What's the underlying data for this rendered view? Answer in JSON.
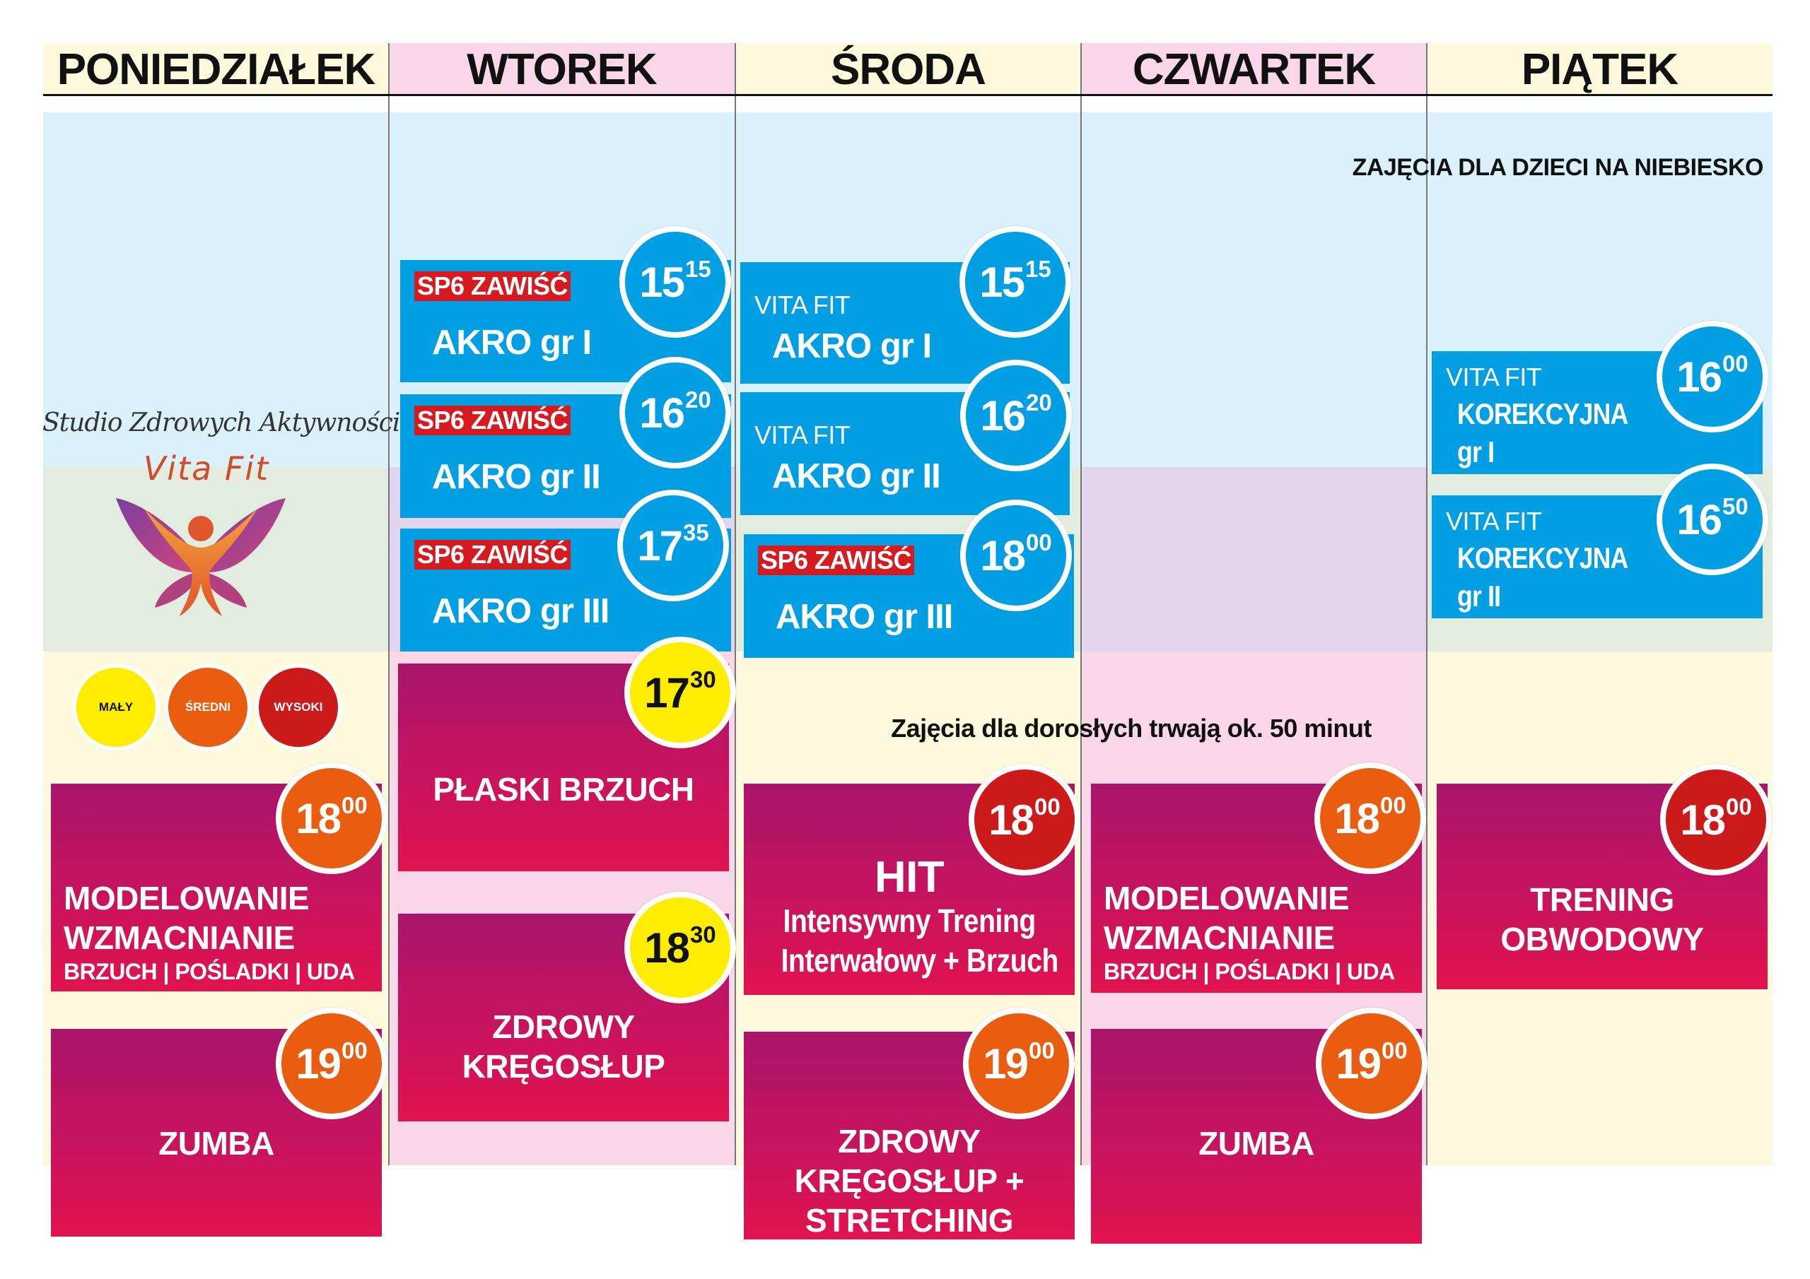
{
  "days": [
    "PONIEDZIAŁEK",
    "WTOREK",
    "ŚRODA",
    "CZWARTEK",
    "PIĄTEK"
  ],
  "kids_note": "ZAJĘCIA DLA DZIECI NA NIEBIESKO",
  "adults_note": "Zajęcia dla dorosłych trwają ok. 50 minut",
  "logo": {
    "tagline": "Studio Zdrowych Aktywności",
    "name": "Vita Fit"
  },
  "colors": {
    "kids": "#009fe3",
    "low": "#ffed00",
    "medium": "#e85d10",
    "high": "#cc1a1a"
  },
  "intensity_legend": [
    {
      "label": "MAŁY",
      "color": "#ffed00",
      "text_color": "#111"
    },
    {
      "label": "ŚREDNI",
      "color": "#e85d10",
      "text_color": "#fff"
    },
    {
      "label": "WYSOKI",
      "color": "#cc1a1a",
      "text_color": "#fff"
    }
  ],
  "classes": [
    {
      "day": "WTOREK",
      "kind": "kids",
      "venue": "SP6 ZAWIŚĆ",
      "title": [
        "AKRO gr I"
      ],
      "hour": "15",
      "min": "15",
      "color": "#009fe3"
    },
    {
      "day": "WTOREK",
      "kind": "kids",
      "venue": "SP6 ZAWIŚĆ",
      "title": [
        "AKRO gr II"
      ],
      "hour": "16",
      "min": "20",
      "color": "#009fe3"
    },
    {
      "day": "WTOREK",
      "kind": "kids",
      "venue": "SP6 ZAWIŚĆ",
      "title": [
        "AKRO gr III"
      ],
      "hour": "17",
      "min": "35",
      "color": "#009fe3"
    },
    {
      "day": "ŚRODA",
      "kind": "kids",
      "venue": "VITA FIT",
      "title": [
        "AKRO gr I"
      ],
      "hour": "15",
      "min": "15",
      "color": "#009fe3"
    },
    {
      "day": "ŚRODA",
      "kind": "kids",
      "venue": "VITA FIT",
      "title": [
        "AKRO gr II"
      ],
      "hour": "16",
      "min": "20",
      "color": "#009fe3"
    },
    {
      "day": "ŚRODA",
      "kind": "kids",
      "venue": "SP6 ZAWIŚĆ",
      "title": [
        "AKRO gr III"
      ],
      "hour": "18",
      "min": "00",
      "color": "#009fe3"
    },
    {
      "day": "PIĄTEK",
      "kind": "kids",
      "venue": "VITA FIT",
      "title": [
        "KOREKCYJNA",
        "gr I"
      ],
      "hour": "16",
      "min": "00",
      "color": "#009fe3"
    },
    {
      "day": "PIĄTEK",
      "kind": "kids",
      "venue": "VITA FIT",
      "title": [
        "KOREKCYJNA",
        "gr II"
      ],
      "hour": "16",
      "min": "50",
      "color": "#009fe3"
    },
    {
      "day": "PONIEDZIAŁEK",
      "kind": "adult",
      "title": [
        "MODELOWANIE",
        "WZMACNIANIE"
      ],
      "sub": "BRZUCH | POŚLADKI | UDA",
      "hour": "18",
      "min": "00",
      "color": "#e85d10"
    },
    {
      "day": "PONIEDZIAŁEK",
      "kind": "adult",
      "title": [
        "ZUMBA"
      ],
      "hour": "19",
      "min": "00",
      "color": "#e85d10"
    },
    {
      "day": "WTOREK",
      "kind": "adult",
      "title": [
        "PŁASKI BRZUCH"
      ],
      "hour": "17",
      "min": "30",
      "color": "#ffed00"
    },
    {
      "day": "WTOREK",
      "kind": "adult",
      "title": [
        "ZDROWY",
        "KRĘGOSŁUP"
      ],
      "hour": "18",
      "min": "30",
      "color": "#ffed00"
    },
    {
      "day": "ŚRODA",
      "kind": "adult",
      "big": "HIT",
      "title": [
        "Intensywny Trening",
        "Interwałowy + Brzuch"
      ],
      "hour": "18",
      "min": "00",
      "color": "#cc1a1a"
    },
    {
      "day": "ŚRODA",
      "kind": "adult",
      "title": [
        "ZDROWY",
        "KRĘGOSŁUP +",
        "STRETCHING"
      ],
      "hour": "19",
      "min": "00",
      "color": "#e85d10"
    },
    {
      "day": "CZWARTEK",
      "kind": "adult",
      "title": [
        "MODELOWANIE",
        "WZMACNIANIE"
      ],
      "sub": "BRZUCH | POŚLADKI | UDA",
      "hour": "18",
      "min": "00",
      "color": "#e85d10"
    },
    {
      "day": "CZWARTEK",
      "kind": "adult",
      "title": [
        "ZUMBA"
      ],
      "hour": "19",
      "min": "00",
      "color": "#e85d10"
    },
    {
      "day": "PIĄTEK",
      "kind": "adult",
      "title": [
        "TRENING",
        "OBWODOWY"
      ],
      "hour": "18",
      "min": "00",
      "color": "#cc1a1a"
    }
  ]
}
